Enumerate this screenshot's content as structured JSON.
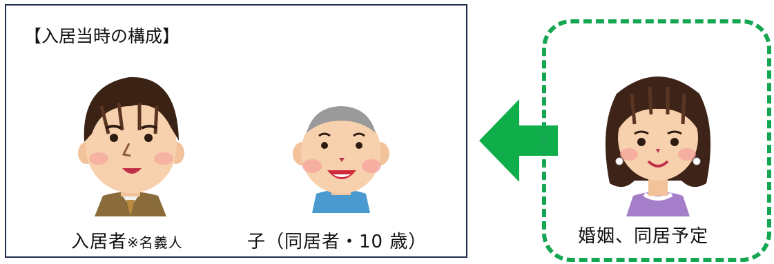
{
  "left_panel": {
    "title": "【入居当時の構成】",
    "persons": [
      {
        "caption_main": "入居者",
        "caption_note": "※名義人",
        "icon": "adult-man-icon"
      },
      {
        "caption_main": "子（同居者・10 歳）",
        "icon": "child-icon"
      }
    ]
  },
  "right_panel": {
    "person": {
      "caption": "婚姻、同居予定",
      "icon": "woman-icon"
    }
  },
  "colors": {
    "border_left": "#1f2f4a",
    "dashed_border": "#14a650",
    "arrow": "#0fae4a"
  }
}
